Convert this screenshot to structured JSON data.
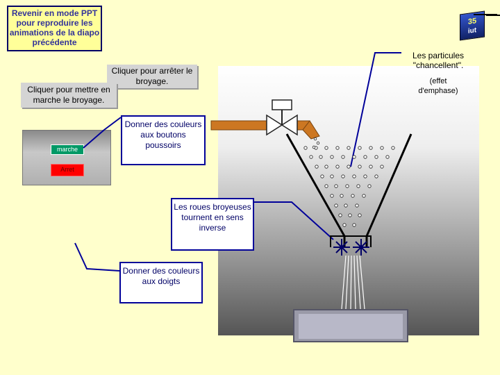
{
  "slide_number": "35",
  "logo_text": "iut",
  "notes": {
    "ppt_mode": "Revenir en mode PPT pour reproduire les animations de la diapo précédente",
    "start_grinding": "Cliquer pour mettre en marche le broyage.",
    "stop_grinding": "Cliquer pour arrêter le broyage.",
    "color_buttons": "Donner des couleurs aux boutons poussoirs",
    "wheels_reverse": "Les roues broyeuses tournent en sens inverse",
    "color_fingers": "Donner des couleurs aux doigts",
    "particles_wobble": "Les particules \"chancellent\".",
    "emphasis_effect": "(effet d'emphase)"
  },
  "control_panel": {
    "marche_label": "marche",
    "arret_label": "Arret"
  },
  "colors": {
    "background": "#ffffcc",
    "callout_fill": "#ffff99",
    "callout_border": "#000066",
    "pipe": "#cc7722",
    "button_start": "#009966",
    "button_stop": "#ff0000"
  }
}
